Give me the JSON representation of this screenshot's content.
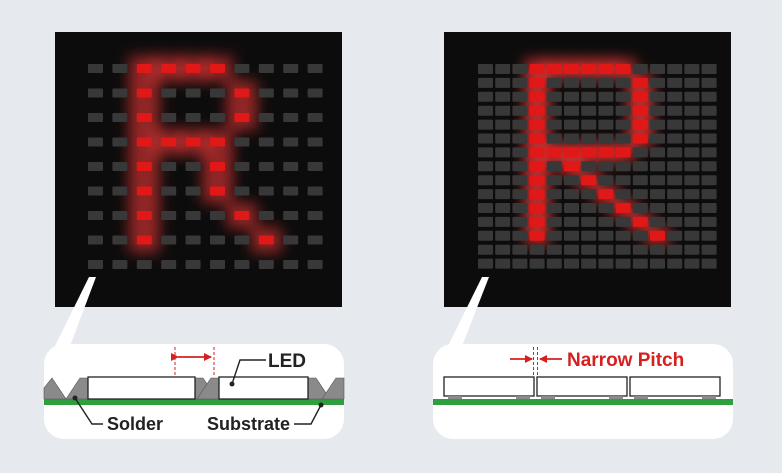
{
  "left_panel": {
    "matrix_cols": 10,
    "matrix_rows": 9,
    "lit_cells": [
      [
        2,
        0
      ],
      [
        3,
        0
      ],
      [
        4,
        0
      ],
      [
        5,
        0
      ],
      [
        2,
        1
      ],
      [
        6,
        1
      ],
      [
        2,
        2
      ],
      [
        6,
        2
      ],
      [
        2,
        3
      ],
      [
        3,
        3
      ],
      [
        4,
        3
      ],
      [
        5,
        3
      ],
      [
        2,
        4
      ],
      [
        5,
        4
      ],
      [
        2,
        5
      ],
      [
        5,
        5
      ],
      [
        2,
        6
      ],
      [
        6,
        6
      ],
      [
        2,
        7
      ],
      [
        7,
        7
      ]
    ],
    "labels": {
      "led": "LED",
      "solder": "Solder",
      "substrate": "Substrate"
    }
  },
  "right_panel": {
    "matrix_cols": 14,
    "matrix_rows": 15,
    "lit_cells": [
      [
        3,
        0
      ],
      [
        4,
        0
      ],
      [
        5,
        0
      ],
      [
        6,
        0
      ],
      [
        7,
        0
      ],
      [
        8,
        0
      ],
      [
        3,
        1
      ],
      [
        9,
        1
      ],
      [
        3,
        2
      ],
      [
        9,
        2
      ],
      [
        3,
        3
      ],
      [
        9,
        3
      ],
      [
        3,
        4
      ],
      [
        9,
        4
      ],
      [
        3,
        5
      ],
      [
        9,
        5
      ],
      [
        3,
        6
      ],
      [
        4,
        6
      ],
      [
        5,
        6
      ],
      [
        6,
        6
      ],
      [
        7,
        6
      ],
      [
        8,
        6
      ],
      [
        3,
        7
      ],
      [
        5,
        7
      ],
      [
        3,
        8
      ],
      [
        6,
        8
      ],
      [
        3,
        9
      ],
      [
        7,
        9
      ],
      [
        3,
        10
      ],
      [
        8,
        10
      ],
      [
        3,
        11
      ],
      [
        9,
        11
      ],
      [
        3,
        12
      ],
      [
        10,
        12
      ]
    ],
    "labels": {
      "pitch": "Narrow Pitch"
    }
  },
  "colors": {
    "background": "#e6eaee",
    "panel": "#0c0c0c",
    "led_off": "#383838",
    "led_on": "#e01818",
    "glow": "#ff3b3b",
    "substrate": "#2e9e3e",
    "accent": "#d62020"
  }
}
